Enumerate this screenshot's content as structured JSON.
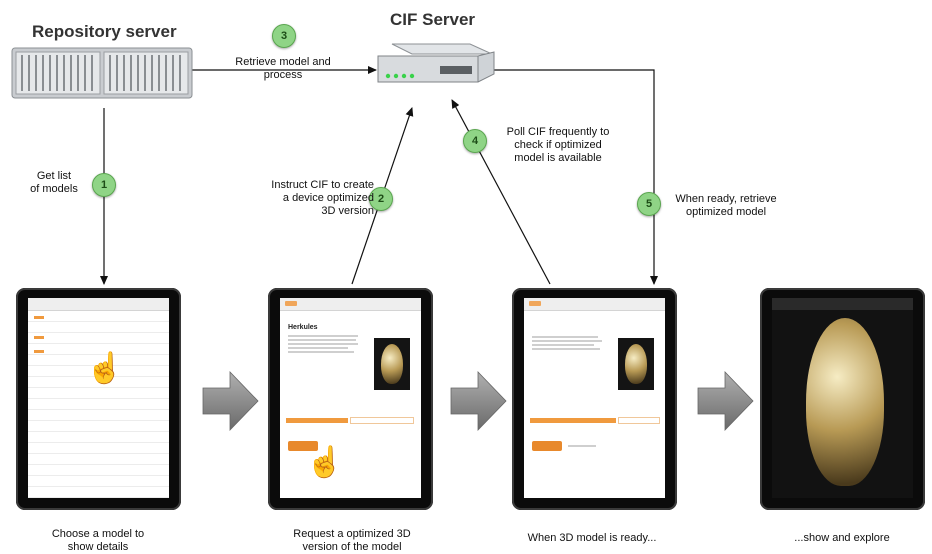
{
  "nodes": {
    "repository_server": "Repository server",
    "cif_server": "CIF Server"
  },
  "steps": [
    {
      "num": "1",
      "text_lines": [
        "Get list",
        "of models"
      ]
    },
    {
      "num": "2",
      "text_lines": [
        "Instruct CIF to create",
        "a device optimized",
        "3D version"
      ]
    },
    {
      "num": "3",
      "text_lines": [
        "Retrieve model and",
        "process"
      ]
    },
    {
      "num": "4",
      "text_lines": [
        "Poll CIF frequently to",
        "check if optimized",
        "model is available"
      ]
    },
    {
      "num": "5",
      "text_lines": [
        "When ready, retrieve",
        "optimized model"
      ]
    }
  ],
  "captions": [
    [
      "Choose a model to",
      "show details"
    ],
    [
      "Request a optimized 3D",
      "version of the model"
    ],
    [
      "When 3D model is ready..."
    ],
    [
      "...show and explore"
    ]
  ],
  "detail_title": "Herkules",
  "colors": {
    "step_badge": "#8fd486",
    "accent_orange": "#f09a3e",
    "arrow_gray": "#8a8a8a"
  }
}
